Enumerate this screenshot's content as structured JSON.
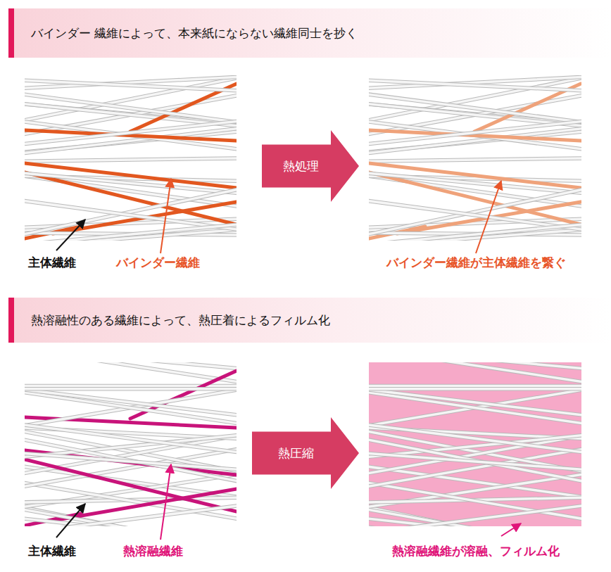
{
  "diagram": {
    "nodes": [
      {
        "text": [
          "バインダー 繊維によって、本来紙にならない繊維同士を抄く"
        ]
      },
      {
        "text": [
          "熱処理"
        ]
      },
      {
        "text": [
          "熱溶融性のある繊維によって、熱圧着によるフィルム化"
        ]
      },
      {
        "text": [
          "熱圧縮"
        ]
      }
    ],
    "labels": [
      "主体繊維",
      "バインダー繊維",
      "バインダー繊維が主体繊維を繋ぐ",
      "主体繊維",
      "熱溶融繊維",
      "熱溶融繊維が溶融、フィルム化"
    ]
  }
}
